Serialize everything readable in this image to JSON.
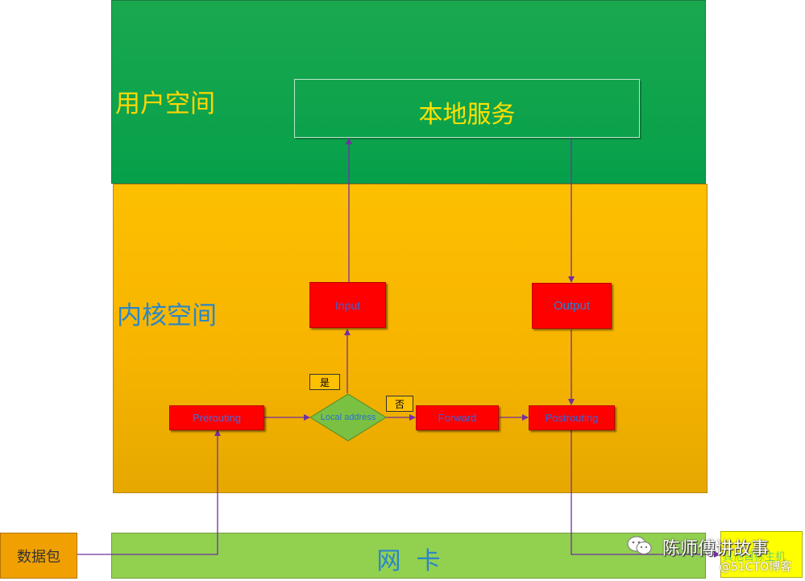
{
  "user_space": {
    "label": "用户空间",
    "service_label": "本地服务"
  },
  "kernel_space": {
    "label": "内核空间"
  },
  "nodes": {
    "prerouting": "Prerouting",
    "local_address": "Local address",
    "input": "Input",
    "forward": "Forward",
    "output": "Output",
    "postrouting": "Postrouting"
  },
  "branches": {
    "yes": "是",
    "no": "否"
  },
  "nic": {
    "label": "网  卡"
  },
  "packet": {
    "label": "数据包"
  },
  "other_host": {
    "label": "其他目标主机"
  },
  "watermark": {
    "name": "陈师傅讲故事",
    "site": "@51CTO博客"
  },
  "colors": {
    "user_space": "#06a04a",
    "kernel_space": "#fdbf00",
    "nic": "#92d050",
    "node": "#ff0000",
    "decision": "#7ac143",
    "arrow": "#7030a0",
    "tag": "#ffc000"
  }
}
